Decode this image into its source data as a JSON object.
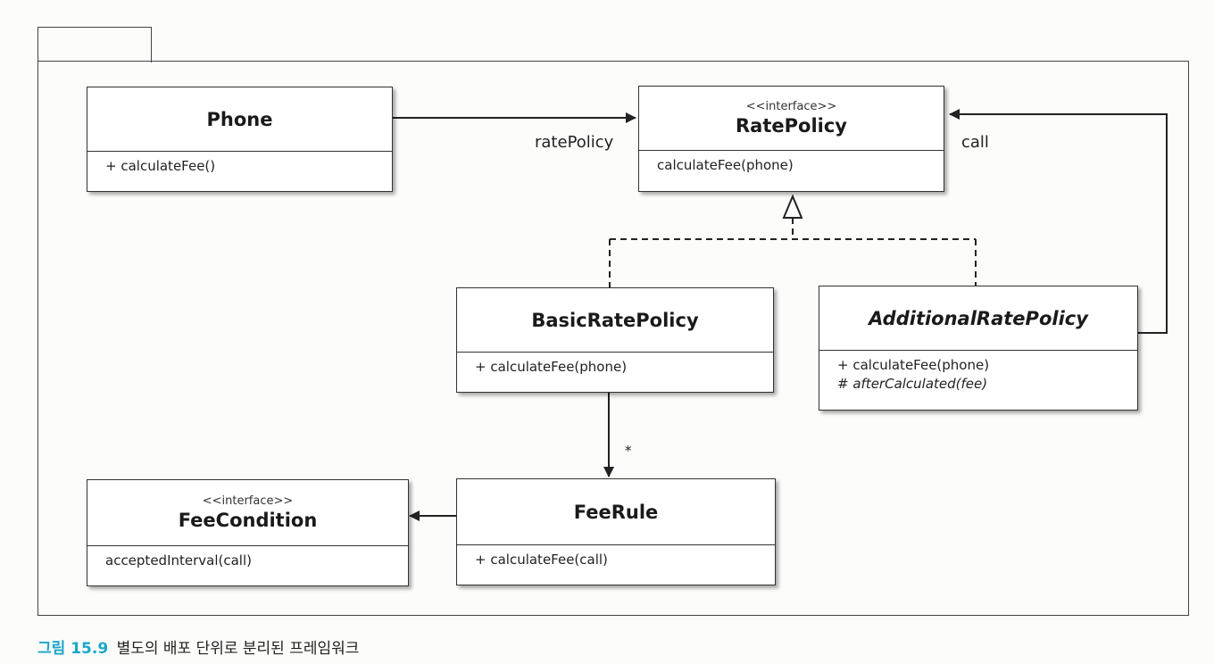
{
  "classes": {
    "phone": {
      "name": "Phone",
      "ops": [
        "+ calculateFee()"
      ]
    },
    "rate_policy": {
      "stereotype": "<<interface>>",
      "name": "RatePolicy",
      "ops": [
        "calculateFee(phone)"
      ]
    },
    "basic_rate_policy": {
      "name": "BasicRatePolicy",
      "ops": [
        "+ calculateFee(phone)"
      ]
    },
    "additional_rate_policy": {
      "name": "AdditionalRatePolicy",
      "abstract": true,
      "ops": [
        "+ calculateFee(phone)",
        "# ",
        "afterCalculated(fee)"
      ]
    },
    "fee_rule": {
      "name": "FeeRule",
      "ops": [
        "+ calculateFee(call)"
      ]
    },
    "fee_condition": {
      "stereotype": "<<interface>>",
      "name": "FeeCondition",
      "ops": [
        "acceptedInterval(call)"
      ]
    }
  },
  "labels": {
    "rate_policy_role": "ratePolicy",
    "call_role": "call",
    "multiplicity": "*"
  },
  "caption": {
    "figure": "그림 15.9",
    "text": "별도의 배포 단위로 분리된 프레임워크"
  },
  "colors": {
    "caption_accent": "#1aa6c9",
    "line": "#222222"
  }
}
